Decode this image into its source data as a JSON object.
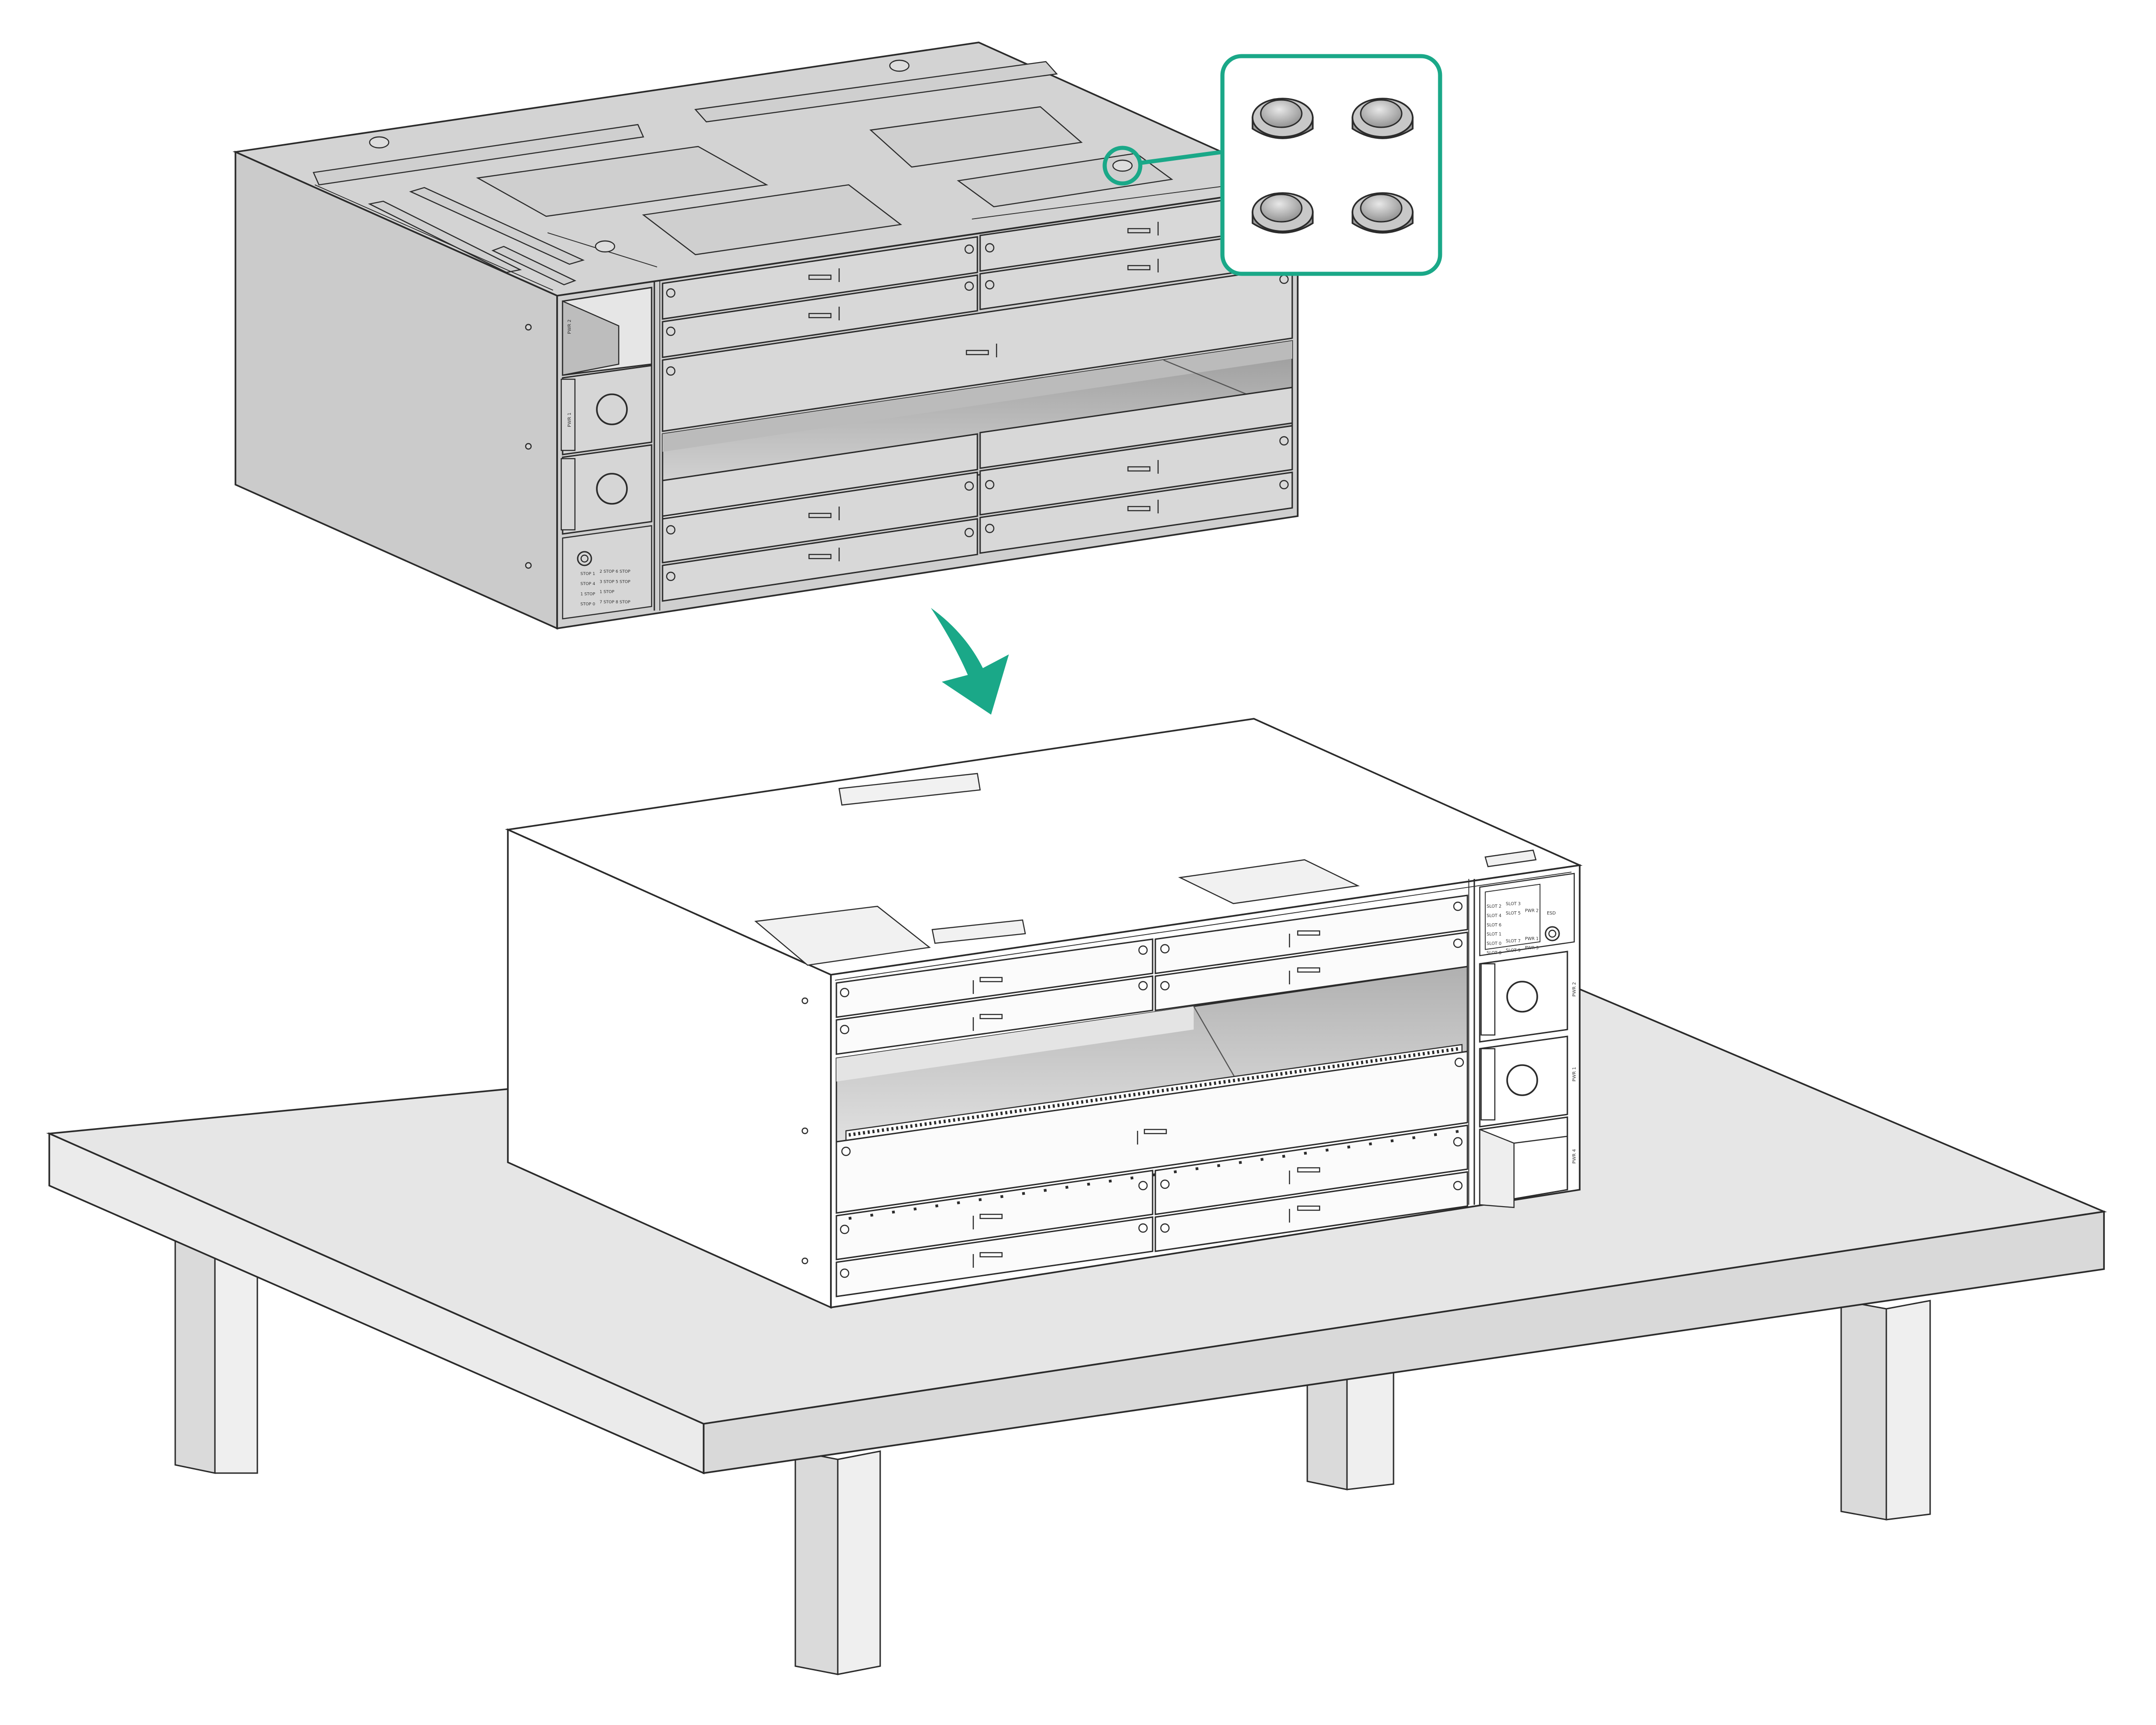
{
  "colors": {
    "accent": "#1aa888",
    "outline": "#2b2b2b",
    "chassis_bottom": "#d3d3d3",
    "chassis_side": "#cbcbcb",
    "chassis_top": "#f7f7f7",
    "table": "#e6e6e6",
    "table_edge": "#d8d8d8"
  },
  "icons": {
    "arrow": "curved-arrow-icon",
    "foot": "rubber-foot-icon",
    "callout": "magnifier-callout-icon"
  },
  "labels": {
    "upper_ports": [
      "PWR 2",
      "PWR 1"
    ],
    "upper_table": [
      [
        "STOP 1",
        "2 STOP 6 STOP"
      ],
      [
        "STOP 4",
        "3 STOP 5 STOP"
      ],
      [
        "1 STOP",
        "1 STOP"
      ],
      [
        "STOP 0",
        "7 STOP 8 STOP"
      ]
    ],
    "lower_ports": [
      "PWR 2",
      "PWR 1",
      "PWR 4"
    ],
    "lower_table": [
      [
        "SLOT 2",
        "SLOT 3"
      ],
      [
        "SLOT 4",
        "SLOT 5",
        "PWR 2"
      ],
      [
        "SLOT 6"
      ],
      [
        "SLOT 1"
      ],
      [
        "SLOT 0",
        "SLOT 7",
        "PWR 1"
      ],
      [
        "SLOT 8",
        "SLOT 9",
        "PWR 3"
      ]
    ],
    "lower_badge": "ESD"
  },
  "feet_count": 4
}
